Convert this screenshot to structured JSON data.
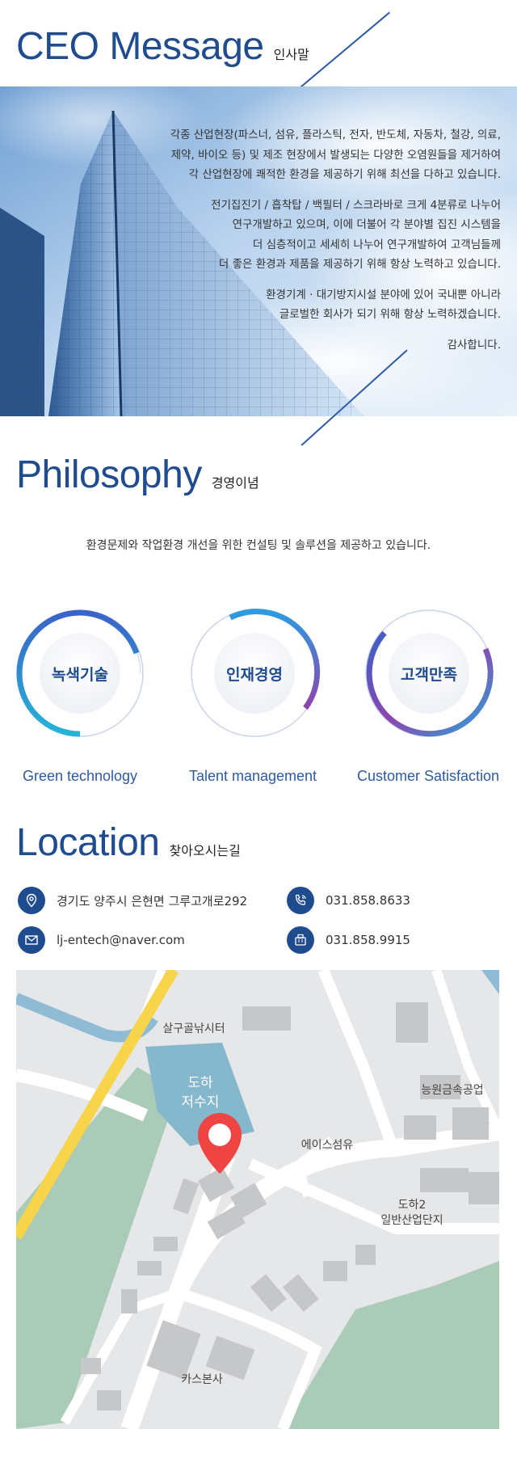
{
  "ceo": {
    "title_en": "CEO Message",
    "title_ko": "인사말",
    "lines": [
      "각종 산업현장(파스너, 섬유, 플라스틱, 전자, 반도체, 자동차, 철강, 의료,",
      "제약, 바이오 등) 및 제조 현장에서 발생되는 다양한 오염원들을 제거하여",
      "각 산업현장에 쾌적한 환경을 제공하기 위해 최선을 다하고 있습니다.",
      "전기집진기 / 흡착탑 / 백필터 / 스크라바로 크게 4분류로 나누어",
      "연구개발하고 있으며, 이에 더불어 각 분야별 집진 시스템을",
      "더 심층적이고 세세히 나누어 연구개발하여 고객님들께",
      "더 좋은 환경과 제품을 제공하기 위해 항상 노력하고 있습니다.",
      "환경기계 · 대기방지시설 분야에 있어 국내뿐 아니라",
      "글로벌한 회사가 되기 위해 항상 노력하겠습니다.",
      "감사합니다."
    ]
  },
  "philosophy": {
    "title_en": "Philosophy",
    "title_ko": "경영이념",
    "intro": "환경문제와 작업환경 개선을 위한 컨설팅 및 솔루션을 제공하고 있습니다.",
    "items": [
      {
        "label": "녹색기술",
        "caption": "Green technology"
      },
      {
        "label": "인재경영",
        "caption": "Talent management"
      },
      {
        "label": "고객만족",
        "caption": "Customer Satisfaction"
      }
    ]
  },
  "location": {
    "title_en": "Location",
    "title_ko": "찾아오시는길",
    "address": "경기도 양주시 은현면 그루고개로292",
    "phone": "031.858.8633",
    "email": "lj-entech@naver.com",
    "fax": "031.858.9915",
    "icons": [
      "map-pin-icon",
      "phone-icon",
      "mail-icon",
      "fax-icon"
    ],
    "map_labels": {
      "fishing": "살구골낚시터",
      "reservoir_1": "도하",
      "reservoir_2": "저수지",
      "neungwon": "능원금속공업",
      "ace": "에이스섬유",
      "industrial_1": "도하2",
      "industrial_2": "일반산업단지",
      "kas": "카스본사"
    }
  },
  "colors": {
    "brand": "#1f4c8f",
    "accent_purple": "#8e44ad",
    "accent_cyan": "#2aa6d8",
    "pin": "#ee4444"
  }
}
